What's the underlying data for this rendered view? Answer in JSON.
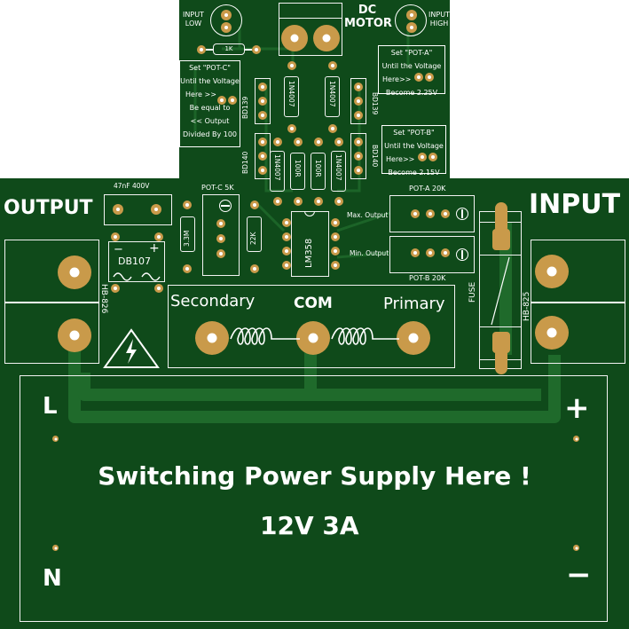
{
  "labels": {
    "input_low": "INPUT\nLOW",
    "input_high": "INPUT\nHIGH",
    "dc_motor": "DC\nMOTOR",
    "resistor_1k": "1K",
    "output": "OUTPUT",
    "input": "INPUT",
    "cap": "47nF 400V",
    "bridge": "DB107",
    "bridge_minus": "−",
    "bridge_plus": "+",
    "hb826": "HB-826",
    "hb825": "HB-825",
    "fuse": "FUSE",
    "pot_c": "POT-C 5K",
    "pot_a": "POT-A 20K",
    "pot_b": "POT-B 20K",
    "r_33m": "3.3M",
    "r_22k": "22K",
    "lm358": "LM358",
    "max_output": "Max. Output",
    "min_output": "Min. Output",
    "bd139_left": "BD139",
    "bd139_right": "BD139",
    "bd140_left": "BD140",
    "bd140_right": "BD140",
    "d1": "1N4007",
    "d2": "1N4007",
    "d3": "1N4007",
    "d4": "1N4007",
    "r10_1": "100R",
    "r10_2": "100R",
    "secondary": "Secondary",
    "com": "COM",
    "primary": "Primary",
    "L": "L",
    "N": "N",
    "plus": "+",
    "minus": "−",
    "sps_title": "Switching Power Supply Here !",
    "sps_rating": "12V 3A"
  },
  "notes": {
    "pot_c": [
      "Set \"POT-C\"",
      "Until the Voltage",
      "Here >>",
      "Be equal to",
      "<< Output",
      "Divided By 100"
    ],
    "pot_a": [
      "Set \"POT-A\"",
      "Until the Voltage",
      "Here>>",
      "Become 2.25V"
    ],
    "pot_b": [
      "Set \"POT-B\"",
      "Until the Voltage",
      "Here>>",
      "Become 2.15V"
    ]
  },
  "colors": {
    "board": "#0f4a1a",
    "trace": "#1f6a2b",
    "pad": "#c99a4a",
    "silk": "#ffffff"
  }
}
